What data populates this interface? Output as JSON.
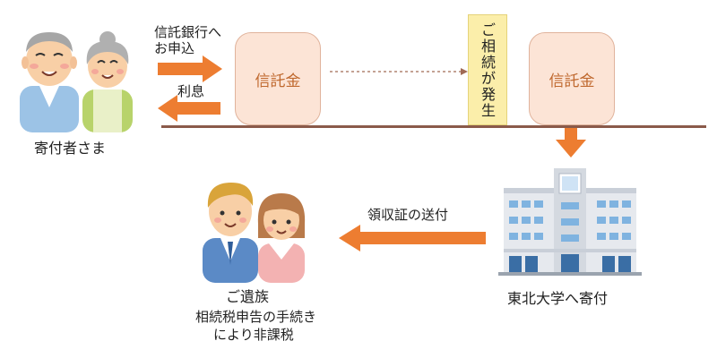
{
  "donor_label": "寄付者さま",
  "apply_label_line1": "信託銀行へ",
  "apply_label_line2": "お申込",
  "interest_label": "利息",
  "trust_box_left": "信託金",
  "trust_box_right": "信託金",
  "inheritance_event": "ご相続が発生",
  "university_label": "東北大学へ寄付",
  "receipt_label": "領収証の送付",
  "family_label": "ご遺族",
  "tax_note_line1": "相続税申告の手続き",
  "tax_note_line2": "により非課税",
  "colors": {
    "arrow": "#ed7d31",
    "box_fill": "#fce4d6",
    "box_text": "#c0692f",
    "event_fill": "#fbeeaa",
    "timeline": "#8a5a4a"
  },
  "icons": [
    "elderly-couple-icon",
    "hospital-building-icon",
    "family-couple-icon"
  ]
}
